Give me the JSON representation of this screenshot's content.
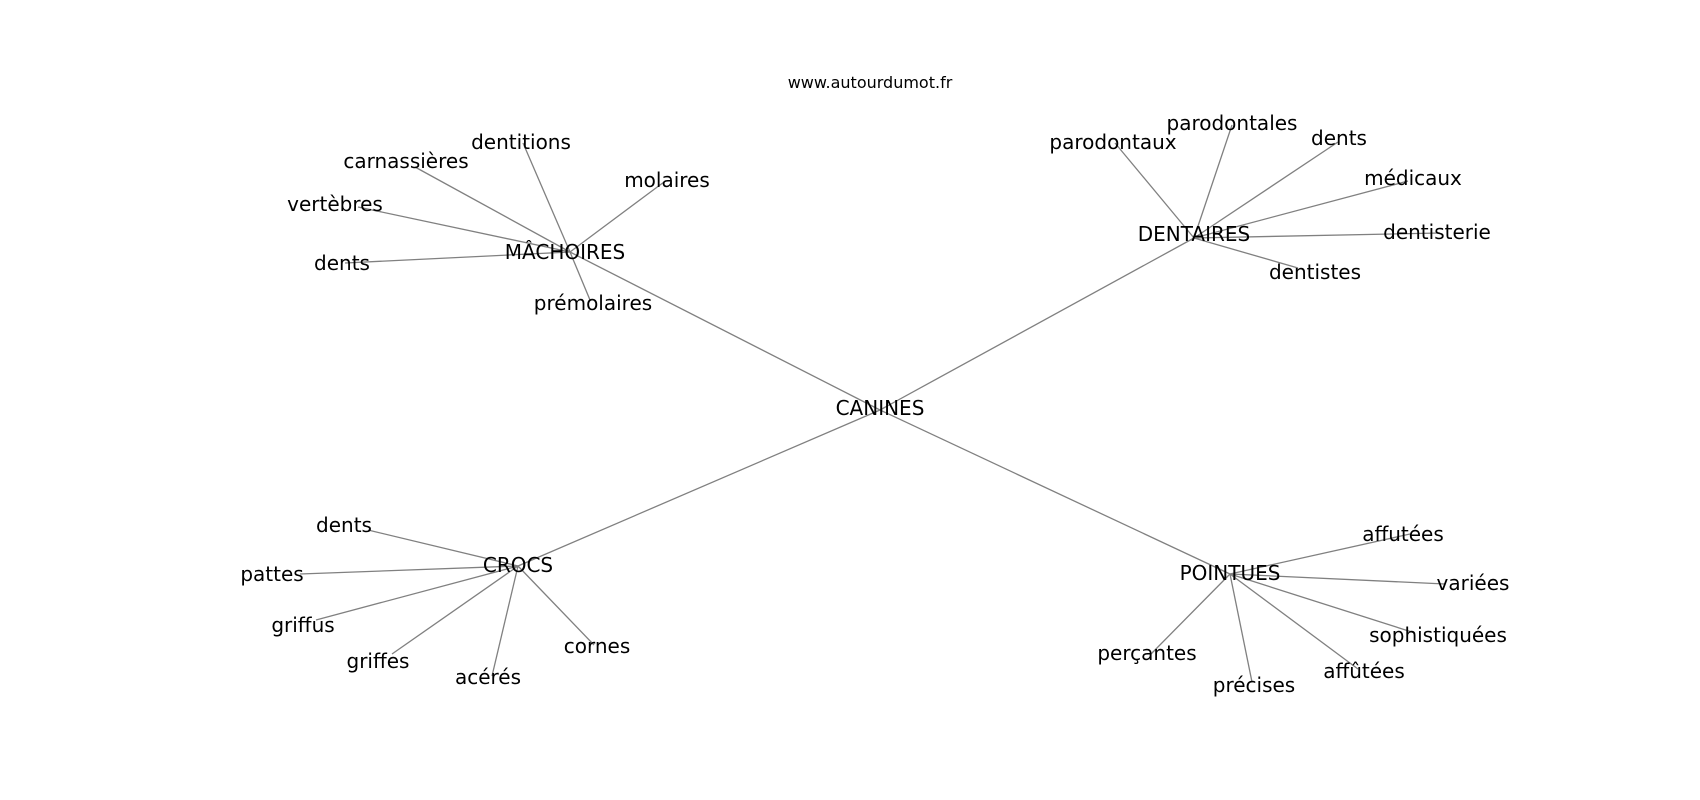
{
  "site": "www.autourdumot.fr",
  "center": {
    "label": "CANINES"
  },
  "hubs": [
    {
      "label": "MÂCHOIRES",
      "leaves": [
        "dentitions",
        "carnassières",
        "molaires",
        "vertèbres",
        "dents",
        "prémolaires"
      ]
    },
    {
      "label": "DENTAIRES",
      "leaves": [
        "parodontales",
        "parodontaux",
        "dents",
        "médicaux",
        "dentisterie",
        "dentistes"
      ]
    },
    {
      "label": "CROCS",
      "leaves": [
        "dents",
        "pattes",
        "griffus",
        "griffes",
        "acérés",
        "cornes"
      ]
    },
    {
      "label": "POINTUES",
      "leaves": [
        "affutées",
        "variées",
        "sophistiquées",
        "affûtées",
        "précises",
        "perçantes"
      ]
    }
  ],
  "colors": {
    "edge": "#808080",
    "text": "#000000",
    "background": "#ffffff"
  }
}
